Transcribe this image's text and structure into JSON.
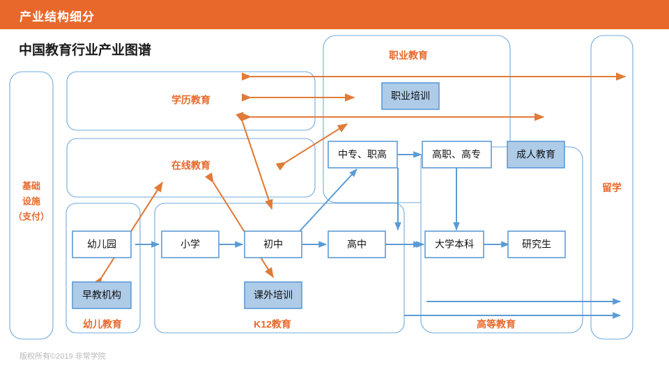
{
  "header": {
    "title": "产业结构细分",
    "bar_color": "#e8682c"
  },
  "page": {
    "title": "中国教育行业产业图谱",
    "footer": "版权所有©2019 非常学院"
  },
  "colors": {
    "orange": "#e8682c",
    "arrow_orange": "#e07b38",
    "blue_line": "#5b9bd5",
    "group_border": "#6fa8dc",
    "node_fill": "#ffffff",
    "highlight_fill": "#aecbe8"
  },
  "groups": [
    {
      "id": "infrastructure",
      "label": "基础\n设施\n（支付）",
      "lines": [
        "基础",
        "设施",
        "（支付）"
      ]
    },
    {
      "id": "degree-education",
      "label": "学历教育"
    },
    {
      "id": "online-education",
      "label": "在线教育"
    },
    {
      "id": "vocational-education",
      "label": "职业教育"
    },
    {
      "id": "preschool-education",
      "label": "幼儿教育"
    },
    {
      "id": "k12-education",
      "label": "K12教育"
    },
    {
      "id": "higher-education",
      "label": "高等教育"
    },
    {
      "id": "study-abroad",
      "label": "留学"
    }
  ],
  "nodes": [
    {
      "id": "vocational-training",
      "label": "职业培训",
      "highlighted": true
    },
    {
      "id": "vocational-secondary",
      "label": "中专、职高",
      "highlighted": false
    },
    {
      "id": "vocational-college",
      "label": "高职、高专",
      "highlighted": false
    },
    {
      "id": "adult-education",
      "label": "成人教育",
      "highlighted": true
    },
    {
      "id": "kindergarten",
      "label": "幼儿园",
      "highlighted": false
    },
    {
      "id": "early-education",
      "label": "早教机构",
      "highlighted": true
    },
    {
      "id": "primary-school",
      "label": "小学",
      "highlighted": false
    },
    {
      "id": "junior-high",
      "label": "初中",
      "highlighted": false
    },
    {
      "id": "senior-high",
      "label": "高中",
      "highlighted": false
    },
    {
      "id": "after-school-training",
      "label": "课外培训",
      "highlighted": true
    },
    {
      "id": "undergraduate",
      "label": "大学本科",
      "highlighted": false
    },
    {
      "id": "graduate",
      "label": "研究生",
      "highlighted": false
    }
  ]
}
